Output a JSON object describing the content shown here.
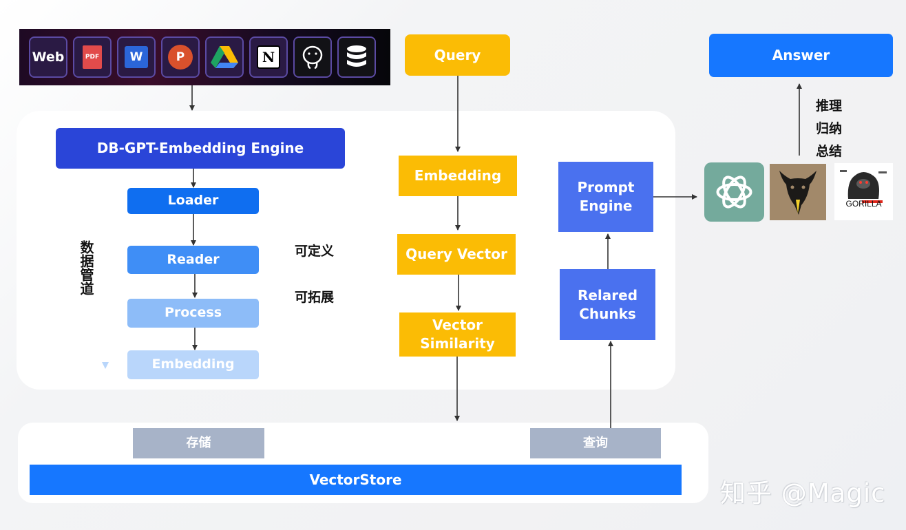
{
  "sources": [
    {
      "name": "web-source-icon",
      "label": "Web"
    },
    {
      "name": "pdf-source-icon",
      "label": "PDF"
    },
    {
      "name": "word-source-icon",
      "label": "W"
    },
    {
      "name": "powerpoint-source-icon",
      "label": "P"
    },
    {
      "name": "google-drive-source-icon",
      "label": ""
    },
    {
      "name": "notion-source-icon",
      "label": "N"
    },
    {
      "name": "postgresql-source-icon",
      "label": ""
    },
    {
      "name": "database-source-icon",
      "label": ""
    }
  ],
  "engine": {
    "title": "DB-GPT-Embedding Engine",
    "pipeline_label": "数据管道",
    "steps": [
      "Loader",
      "Reader",
      "Process",
      "Embedding"
    ],
    "notes": [
      "可定义",
      "可拓展"
    ]
  },
  "query_flow": {
    "query": "Query",
    "embedding": "Embedding",
    "query_vector": "Query Vector",
    "similarity_line1": "Vector",
    "similarity_line2": "Similarity"
  },
  "prompt_flow": {
    "prompt_line1": "Prompt",
    "prompt_line2": "Engine",
    "chunks_line1": "Relared",
    "chunks_line2": "Chunks"
  },
  "answer": {
    "label": "Answer",
    "reasoning": [
      "推理",
      "归纳",
      "总结"
    ]
  },
  "llms": {
    "gorilla_label": "GORILLA",
    "icons": [
      "chatgpt-logo-icon",
      "vicuna-logo-icon",
      "gorilla-logo-icon"
    ]
  },
  "store": {
    "store_label": "存储",
    "query_label": "查询",
    "vectorstore": "VectorStore"
  },
  "watermark": "知乎 @Magic",
  "colors": {
    "yellow": "#fbbc05",
    "engine_blue": "#2a45d8",
    "prompt_blue": "#4a71ef",
    "answer_blue": "#1677ff",
    "vectorstore_blue": "#1677ff",
    "gray": "#a7b3c8"
  }
}
